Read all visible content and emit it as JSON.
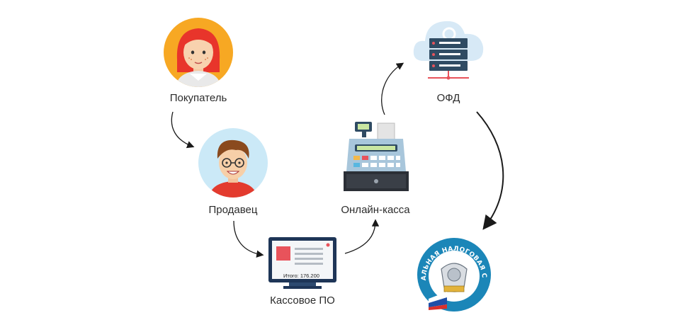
{
  "diagram": {
    "nodes": {
      "buyer": {
        "label": "Покупатель",
        "icon": "buyer-avatar-icon"
      },
      "seller": {
        "label": "Продавец",
        "icon": "seller-avatar-icon"
      },
      "pos_software": {
        "label": "Кассовое ПО",
        "icon": "monitor-icon",
        "screen_text": "Итого: 176.200"
      },
      "online_register": {
        "label": "Онлайн-касса",
        "icon": "cash-register-icon"
      },
      "ofd": {
        "label": "ОФД",
        "icon": "cloud-server-icon"
      },
      "tax_service": {
        "icon": "tax-service-emblem-icon",
        "emblem_text": "ФЕДЕРАЛЬНАЯ НАЛОГОВАЯ СЛУЖБА"
      }
    },
    "edges": [
      {
        "from": "buyer",
        "to": "seller"
      },
      {
        "from": "seller",
        "to": "pos_software"
      },
      {
        "from": "pos_software",
        "to": "online_register"
      },
      {
        "from": "online_register",
        "to": "ofd"
      },
      {
        "from": "ofd",
        "to": "tax_service"
      }
    ],
    "colors": {
      "arrow": "#1a1a1a",
      "buyer_bg": "#f7a823",
      "seller_bg": "#cbe9f7",
      "emblem_ring": "#1b86b8"
    }
  }
}
